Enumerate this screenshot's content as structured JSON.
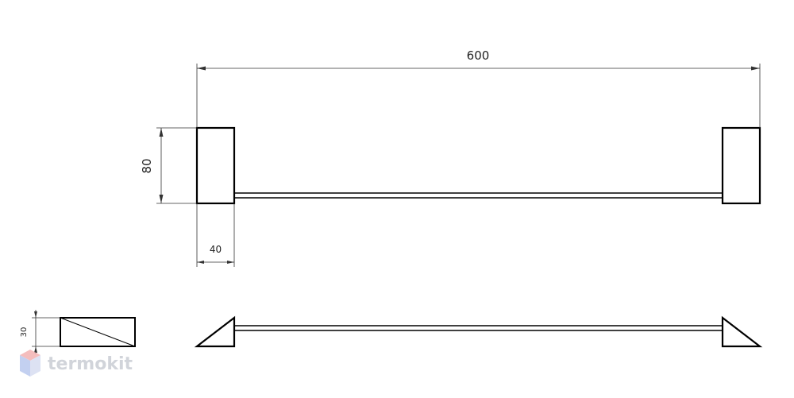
{
  "dimensions": {
    "length": "600",
    "height": "80",
    "bracket_width": "40",
    "depth": "30"
  },
  "watermark": {
    "brand": "termokit",
    "colors": {
      "text": "#c9cdd4",
      "icon_top": "#f3b2b2",
      "icon_left": "#b9c8ee",
      "icon_right": "#d8def2"
    }
  },
  "colors": {
    "outline": "#000000",
    "dimension_line": "#333333",
    "dimension_text": "#222222"
  }
}
